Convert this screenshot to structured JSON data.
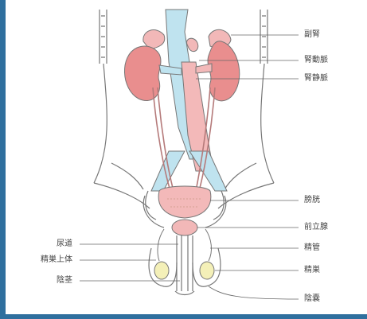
{
  "labels": {
    "right": {
      "adrenal": "副腎",
      "renal_artery": "腎動脈",
      "renal_vein": "腎静脈",
      "bladder": "膀胱",
      "prostate": "前立腺",
      "vas_deferens": "精管",
      "testis": "精巣",
      "scrotum": "陰嚢"
    },
    "left": {
      "urethra": "尿道",
      "epididymis": "精巣上体",
      "penis": "陰茎"
    }
  },
  "colors": {
    "kidney": "#e98e8e",
    "adrenal": "#f2b8b8",
    "vessel_blue": "#bfe3ef",
    "vessel_pink": "#f3b9b9",
    "outline": "#666666",
    "frame": "#2f6f9e"
  }
}
